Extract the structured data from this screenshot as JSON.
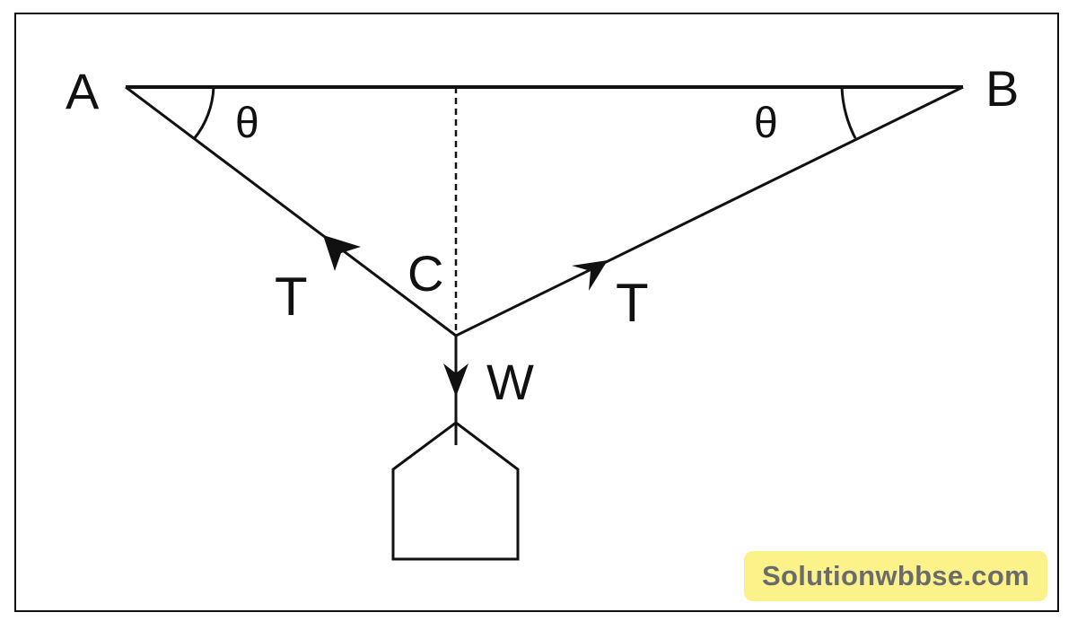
{
  "labels": {
    "point_a": "A",
    "point_b": "B",
    "point_c": "C",
    "angle_left": "θ",
    "angle_right": "θ",
    "tension_left": "T",
    "tension_right": "T",
    "weight": "W"
  },
  "watermark": {
    "text": "Solutionwbbse.com"
  },
  "colors": {
    "stroke": "#111111",
    "watermark_bg": "#fcf28a",
    "watermark_text": "#6b6b6b"
  }
}
